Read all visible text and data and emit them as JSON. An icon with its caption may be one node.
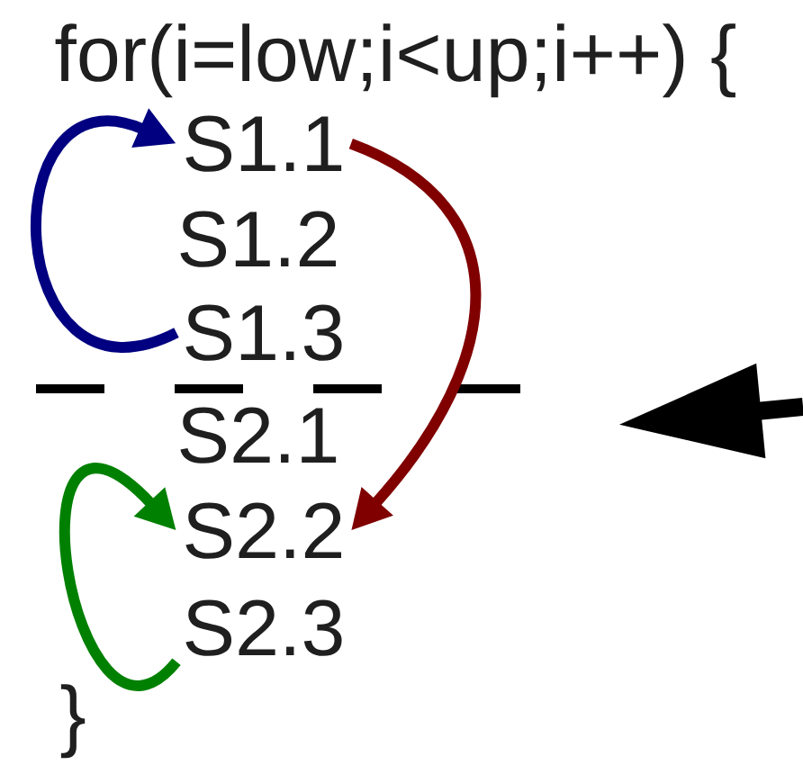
{
  "diagram": {
    "nodes": [
      {
        "text": [
          "S1.1"
        ]
      },
      {
        "text": [
          "S1.3"
        ]
      },
      {
        "text": [
          "S2.2"
        ]
      },
      {
        "text": [
          "S2.3"
        ]
      }
    ],
    "edges": [
      {
        "from": 1,
        "to": 0,
        "arrow": "to",
        "color": "#000080"
      },
      {
        "from": 0,
        "to": 2,
        "arrow": "to",
        "color": "#800000"
      },
      {
        "from": 3,
        "to": 2,
        "arrow": "to",
        "color": "#008000"
      }
    ],
    "labels": [
      "for(i=low;i<up;i++) {",
      "S1.2",
      "S2.1",
      "}"
    ]
  }
}
